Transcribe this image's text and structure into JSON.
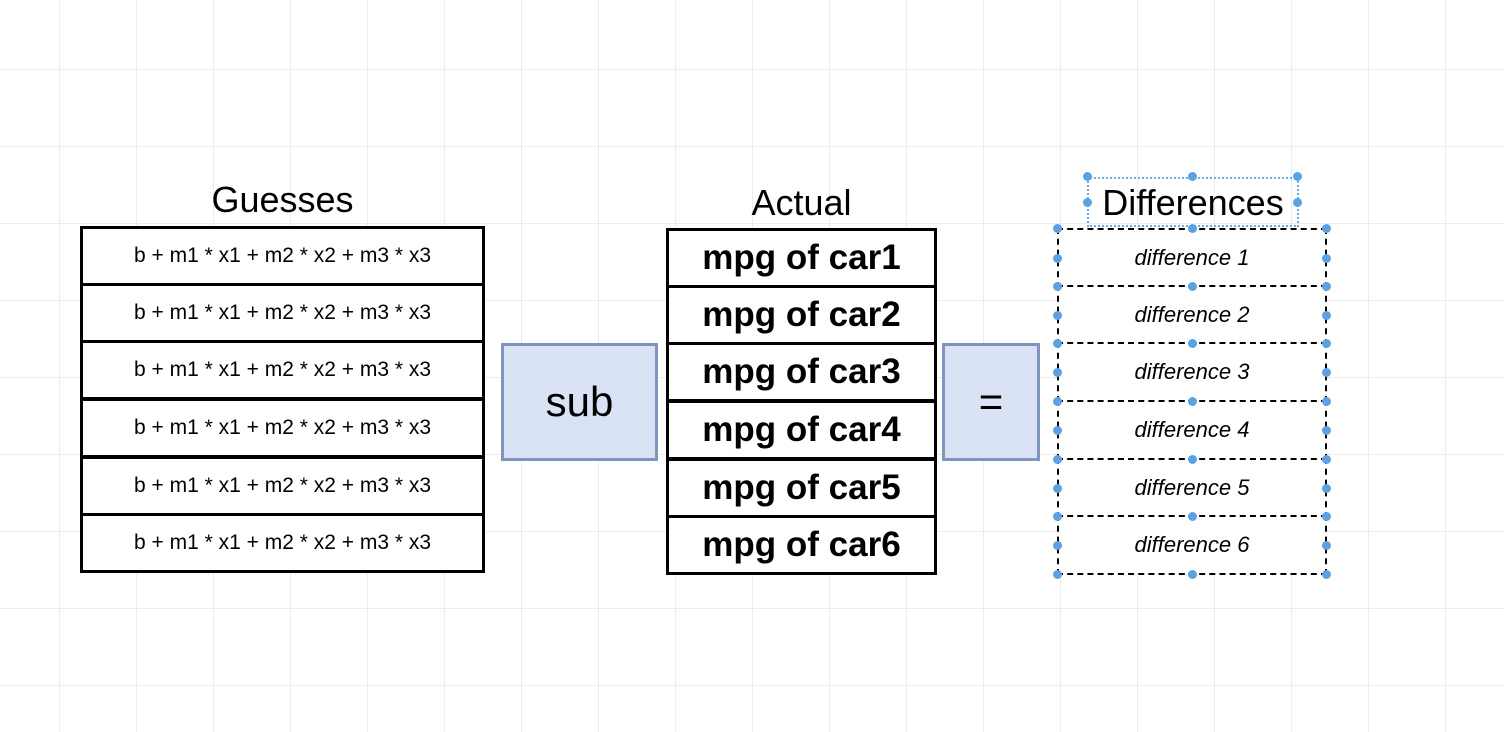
{
  "guesses": {
    "title": "Guesses",
    "rows": [
      "b + m1 * x1 + m2 * x2 + m3 * x3",
      "b + m1 * x1 + m2 * x2 + m3 * x3",
      "b + m1 * x1 + m2 * x2 + m3 * x3",
      "b + m1 * x1 + m2 * x2 + m3 * x3",
      "b + m1 * x1 + m2 * x2 + m3 * x3",
      "b + m1 * x1 + m2 * x2 + m3 * x3"
    ]
  },
  "operator_sub": "sub",
  "actual": {
    "title": "Actual",
    "rows": [
      "mpg of car1",
      "mpg of car2",
      "mpg of car3",
      "mpg of car4",
      "mpg of car5",
      "mpg of car6"
    ]
  },
  "operator_eq": "=",
  "differences": {
    "title": "Differences",
    "rows": [
      "difference 1",
      "difference 2",
      "difference 3",
      "difference 4",
      "difference 5",
      "difference 6"
    ]
  },
  "colors": {
    "operator_fill": "#dae3f6",
    "operator_border": "#7f95c0",
    "selection_handle": "#5aa2e3"
  }
}
